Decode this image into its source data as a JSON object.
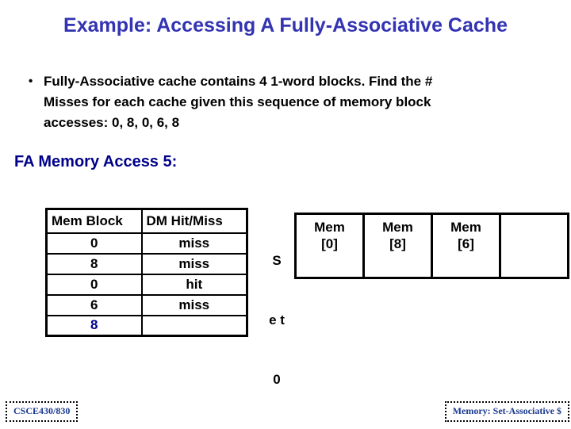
{
  "slide": {
    "title": "Example: Accessing A Fully-Associative Cache",
    "bullet": {
      "marker": "•",
      "lines": [
        "Fully-Associative cache contains 4 1-word blocks. Find the #",
        "Misses for each cache given this sequence of memory block",
        "accesses: 0, 8, 0, 6, 8"
      ]
    },
    "section_label": "FA Memory Access 5:",
    "table": {
      "headers": [
        "Mem Block",
        "DM Hit/Miss"
      ],
      "rows": [
        {
          "block": "0",
          "result": "miss"
        },
        {
          "block": "8",
          "result": "miss"
        },
        {
          "block": "0",
          "result": "hit"
        },
        {
          "block": "6",
          "result": "miss"
        },
        {
          "block": "8",
          "result": ""
        }
      ]
    },
    "set_label": {
      "line1": "S",
      "line2": "e t",
      "line3": "0"
    },
    "cache": {
      "slots": [
        {
          "line1": "Mem",
          "line2": "[0]"
        },
        {
          "line1": "Mem",
          "line2": "[8]"
        },
        {
          "line1": "Mem",
          "line2": "[6]"
        },
        {
          "line1": "",
          "line2": ""
        }
      ]
    },
    "footer": {
      "left": "CSCE430/830",
      "right": "Memory: Set-Associative $"
    },
    "colors": {
      "title": "#3333B3",
      "accent_navy": "#00008B",
      "footer_text": "#1B3A8F"
    }
  }
}
